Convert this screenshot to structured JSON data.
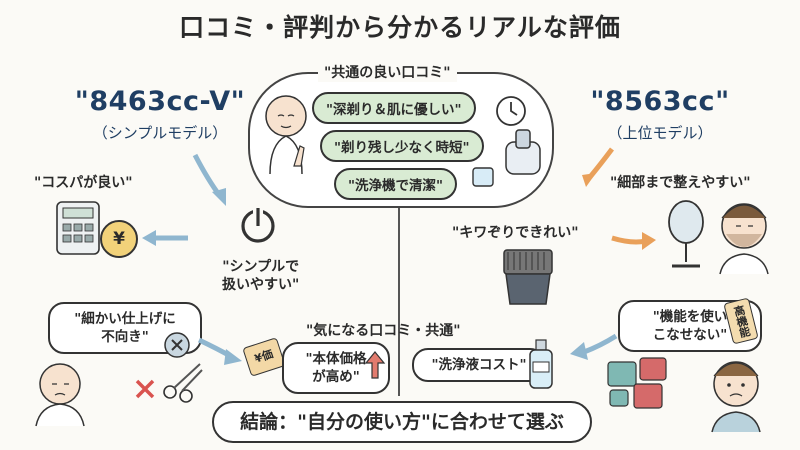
{
  "title": "口コミ・評判から分かるリアルな評価",
  "common_good": {
    "heading": "\"共通の良い口コミ\"",
    "items": [
      "\"深剃り＆肌に優しい\"",
      "\"剃り残し少なく時短\"",
      "\"洗浄機で清潔\""
    ]
  },
  "left_model": {
    "name": "\"8463cc-V\"",
    "subtitle": "（シンプルモデル）",
    "review_value": "\"コスパが良い\"",
    "review_simple": "\"シンプルで\n扱いやすい\"",
    "review_fine": "\"細かい仕上げに\n不向き\""
  },
  "right_model": {
    "name": "\"8563cc\"",
    "subtitle": "（上位モデル）",
    "review_detail": "\"細部まで整えやすい\"",
    "review_edge": "\"キワぞりできれい\"",
    "review_features": "\"機能を使い\nこなせない\"",
    "tag_text": "高機能"
  },
  "common_concerns": {
    "heading": "\"気になる口コミ・共通\"",
    "price": "\"本体価格\nが高め\"",
    "price_tag": "¥価",
    "cleaning_cost": "\"洗浄液コスト\""
  },
  "conclusion": "結論：\"自分の使い方\"に合わせて選ぶ",
  "icons": {
    "yen_coin": "¥",
    "colors": {
      "navy": "#1f3e63",
      "green": "#d9ebd3",
      "orange": "#e9a05a",
      "blue_arrow": "#8fb6cf",
      "red": "#d9534f"
    }
  }
}
